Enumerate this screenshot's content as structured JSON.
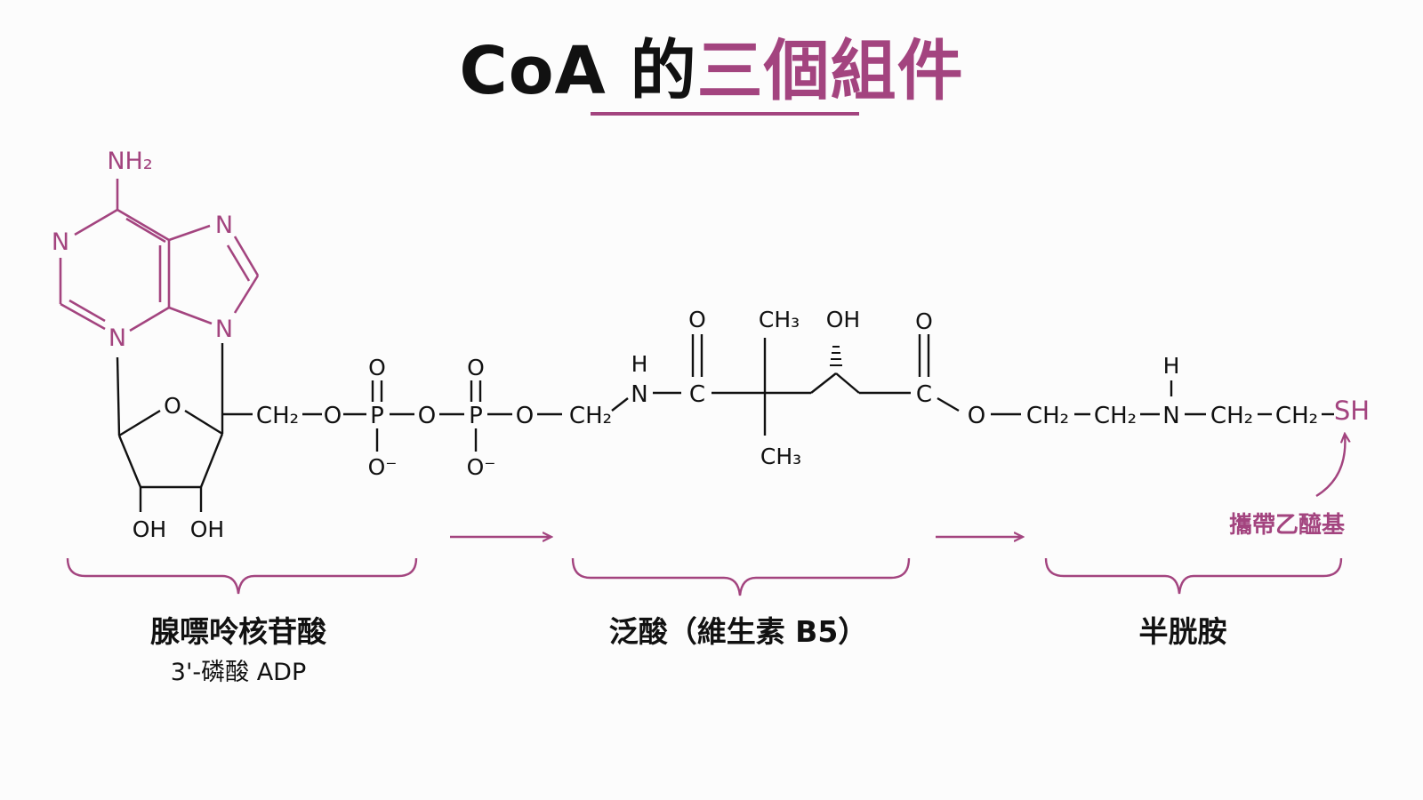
{
  "title": {
    "prefix": "CoA 的",
    "accent": "三個組件"
  },
  "colors": {
    "accent": "#a3447f",
    "ink": "#111111",
    "background": "#fcfcfc"
  },
  "adenine": {
    "nh2": "NH₂",
    "n1": "N",
    "n3": "N",
    "n7": "N",
    "n9": "N"
  },
  "ribose": {
    "ring_o": "O",
    "oh1": "OH",
    "oh2": "OH"
  },
  "phosphates": {
    "ch2": "CH₂",
    "o1": "O",
    "p1": "P",
    "o_bridge": "O",
    "p2": "P",
    "o2": "O",
    "p1_top": "O",
    "p1_bottom": "O⁻",
    "p2_top": "O",
    "p2_bottom": "O⁻"
  },
  "pantothenate": {
    "ch2": "CH₂",
    "nh_h": "H",
    "nh_n": "N",
    "c1": "C",
    "c1_o": "O",
    "ch3_top": "CH₃",
    "oh": "OH",
    "ch3_bottom": "CH₃",
    "c2": "C",
    "c2_o": "O"
  },
  "cysteamine": {
    "o": "O",
    "ch2_1": "CH₂",
    "ch2_2": "CH₂",
    "nh_h": "H",
    "n": "N",
    "ch2_3": "CH₂",
    "ch2_4": "CH₂",
    "sh": "SH"
  },
  "components": [
    {
      "name": "腺嘌呤核苷酸",
      "subtitle": "3'-磷酸 ADP"
    },
    {
      "name": "泛酸（維生素 B5）"
    },
    {
      "name": "半胱胺"
    }
  ],
  "note": "攜帶乙醯基"
}
